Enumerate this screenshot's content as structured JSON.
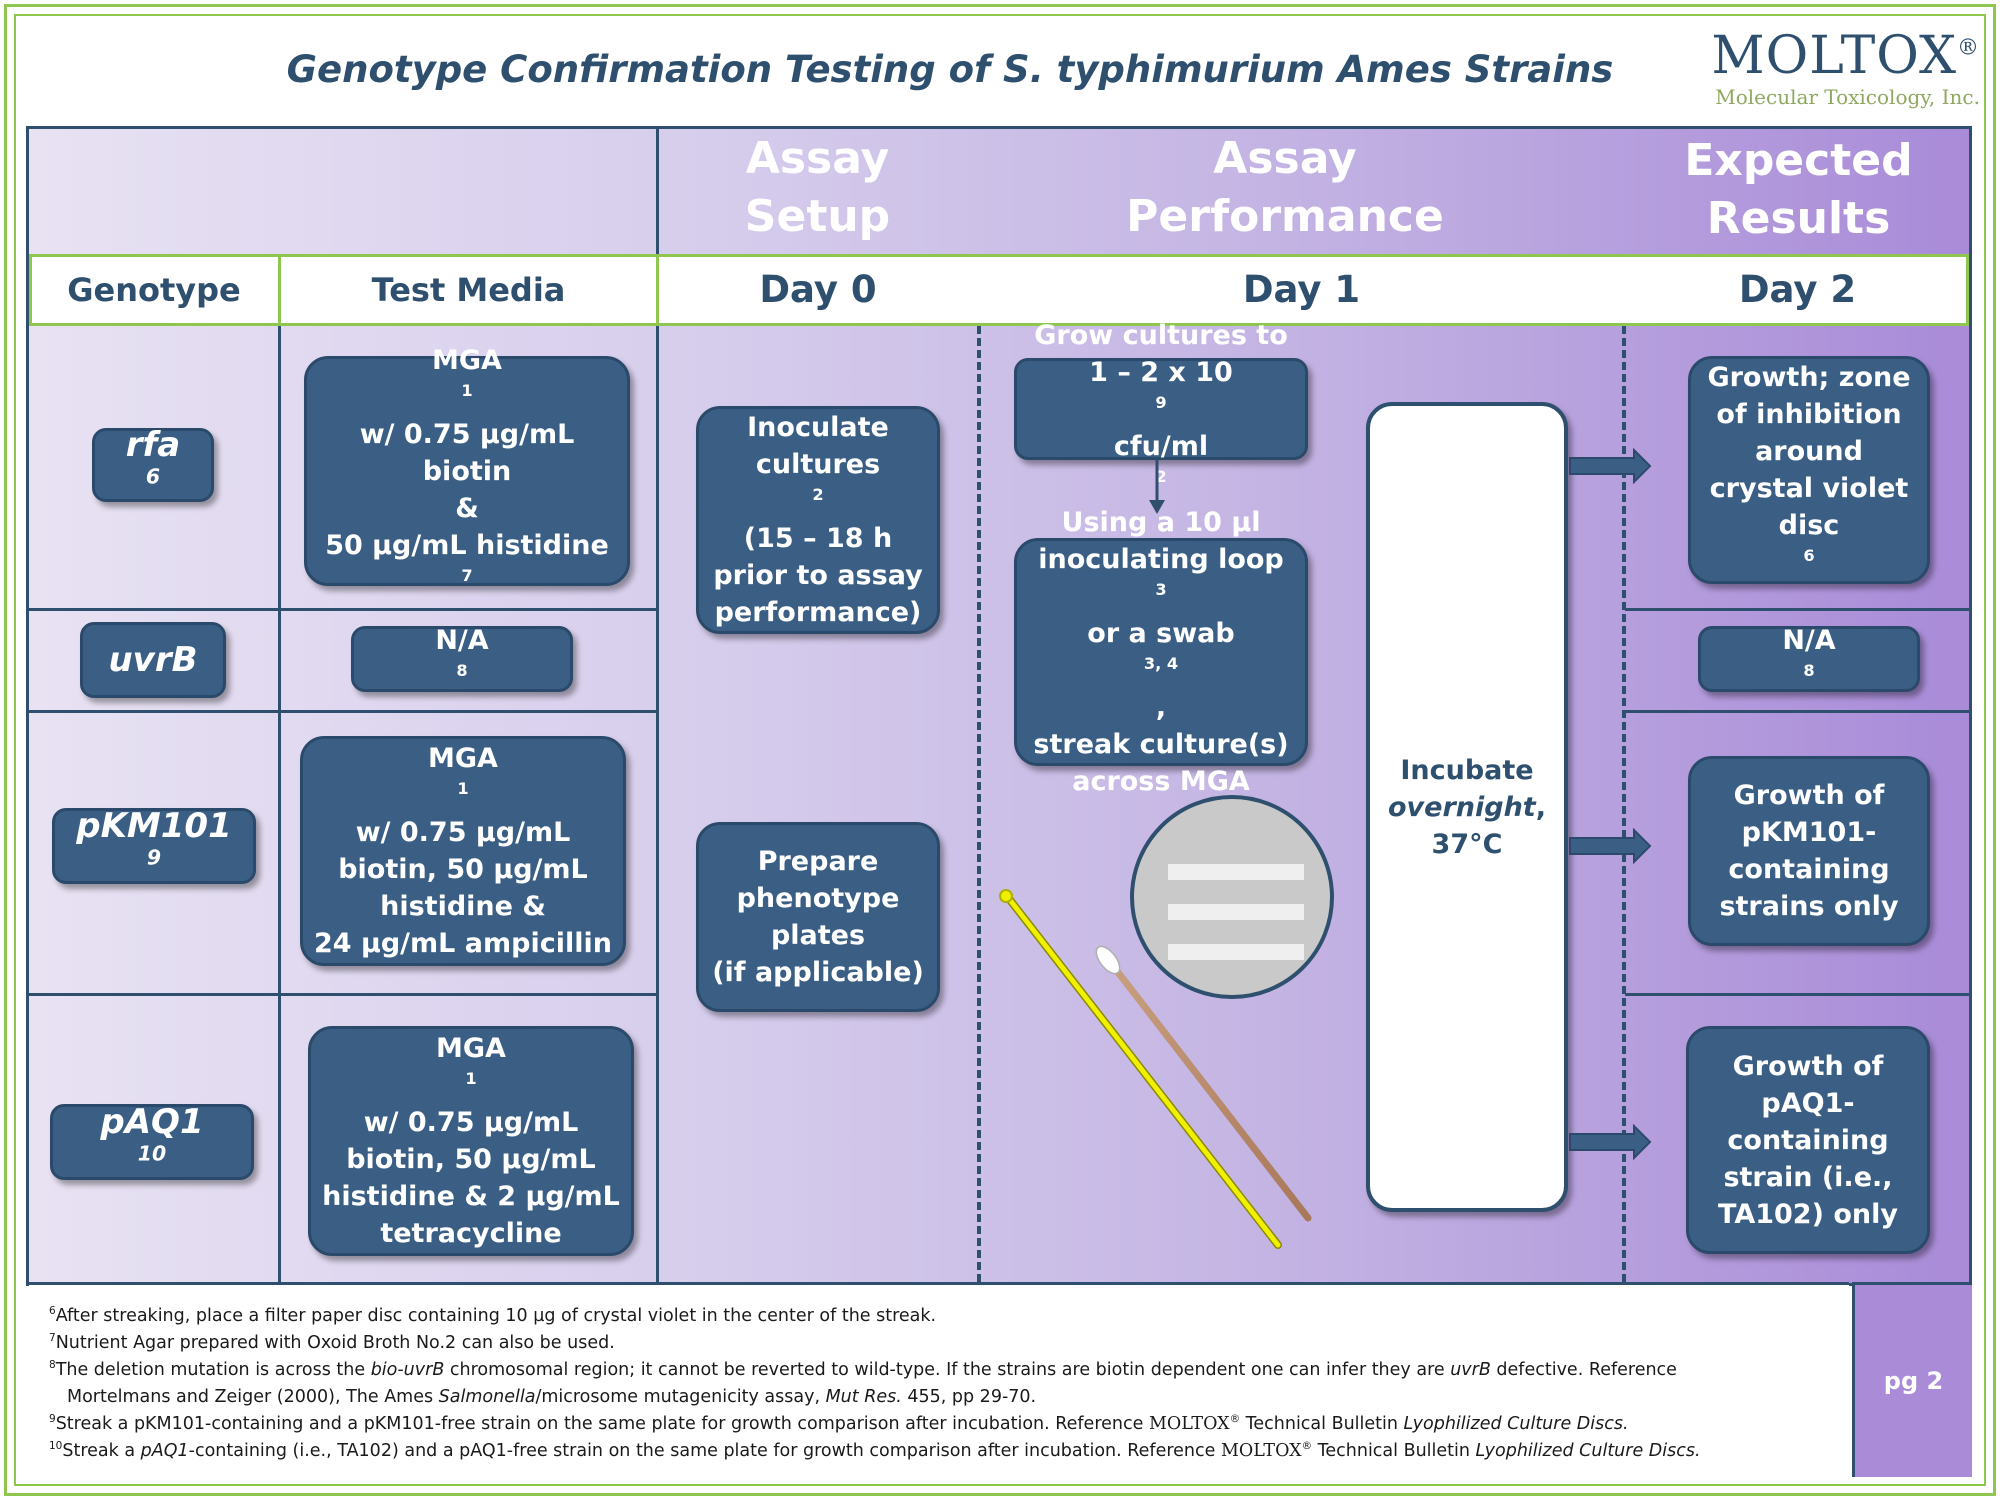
{
  "header": {
    "title": "Genotype Confirmation Testing of S. typhimurium Ames Strains",
    "logo_name": "MOLTOX",
    "logo_registered": "®",
    "logo_subtitle": "Molecular Toxicology, Inc."
  },
  "phases": {
    "setup_line1": "Assay",
    "setup_line2": "Setup",
    "performance_line1": "Assay",
    "performance_line2": "Performance",
    "results_line1": "Expected",
    "results_line2": "Results"
  },
  "columns": {
    "genotype": "Genotype",
    "test_media": "Test Media",
    "day0": "Day 0",
    "day1": "Day 1",
    "day2": "Day 2"
  },
  "genotypes": {
    "rfa": {
      "name": "rfa",
      "sup": "6"
    },
    "uvrb": {
      "name": "uvrB",
      "sup": ""
    },
    "pkm101": {
      "name": "pKM101",
      "sup": "9"
    },
    "paq1": {
      "name": "pAQ1",
      "sup": "10"
    }
  },
  "media": {
    "rfa": {
      "l1": "MGA",
      "l1_sup": "1",
      "l2": "w/ 0.75 µg/mL",
      "l3": "biotin",
      "l4": "&",
      "l5": "50 µg/mL histidine",
      "l5_sup": "7"
    },
    "uvrb": {
      "text": "N/A",
      "sup": "8"
    },
    "pkm101": {
      "l1": "MGA",
      "l1_sup": "1",
      "l2": "w/ 0.75 µg/mL",
      "l3": "biotin, 50 µg/mL",
      "l4": "histidine &",
      "l5": "24 µg/mL ampicillin"
    },
    "paq1": {
      "l1": "MGA",
      "l1_sup": "1",
      "l2": "w/ 0.75 µg/mL",
      "l3": "biotin, 50 µg/mL",
      "l4": "histidine & 2 µg/mL",
      "l5": "tetracycline"
    }
  },
  "day0": {
    "inoculate": {
      "l1": "Inoculate",
      "l2": "cultures",
      "l2_sup": "2",
      "l3": "(15 – 18 h",
      "l4": "prior to assay",
      "l5": "performance)"
    },
    "prepare": {
      "l1": "Prepare",
      "l2": "phenotype",
      "l3": "plates",
      "l4": "(if applicable)"
    }
  },
  "day1": {
    "grow": {
      "l1": "Grow cultures to",
      "l2": "1 – 2 x 10",
      "l2_sup": "9",
      "l2b": " cfu/ml",
      "l2b_sup": "2"
    },
    "streak": {
      "l1": "Using a 10 µl",
      "l2": "inoculating loop",
      "l2_sup": "3",
      "l3": "or a swab",
      "l3_sup": "3, 4",
      "l3b": ",",
      "l4": "streak culture(s)",
      "l5": "across MGA"
    },
    "incubate": {
      "l1": "Incubate",
      "l2": "overnight",
      "l2b": ",",
      "l3": "37°C"
    }
  },
  "results": {
    "rfa": {
      "l1": "Growth; zone",
      "l2": "of inhibition",
      "l3": "around",
      "l4": "crystal violet",
      "l5": "disc",
      "l5_sup": "6"
    },
    "uvrb": {
      "text": "N/A",
      "sup": "8"
    },
    "pkm101": {
      "l1": "Growth of",
      "l2": "pKM101-",
      "l3": "containing",
      "l4": "strains only"
    },
    "paq1": {
      "l1": "Growth of",
      "l2": "pAQ1-",
      "l3": "containing",
      "l4": "strain (i.e.,",
      "l5": "TA102) only"
    }
  },
  "footnotes": {
    "fn6": {
      "num": "6",
      "text": "After streaking, place a filter paper disc containing 10 µg of crystal violet in the center of the streak."
    },
    "fn7": {
      "num": "7",
      "text": "Nutrient Agar prepared with Oxoid Broth No.2 can also be used."
    },
    "fn8": {
      "num": "8",
      "a": "The deletion mutation is across the ",
      "a_it": "bio-uvrB",
      "b": " chromosomal region; it cannot be reverted to wild-type. If the strains are biotin dependent one can infer they are ",
      "b_it": "uvrB",
      "c": " defective.  Reference",
      "d": "Mortelmans and Zeiger (2000), The Ames ",
      "d_it": "Salmonella",
      "e": "/microsome mutagenicity assay, ",
      "e_it": "Mut Res.",
      "f": " 455, pp 29-70."
    },
    "fn9": {
      "num": "9",
      "a": "Streak a pKM101-containing and a pKM101-free strain on the same plate for growth comparison after incubation. Reference ",
      "brand": "MOLTOX",
      "reg": "®",
      "b": " Technical Bulletin ",
      "b_it": "Lyophilized Culture Discs."
    },
    "fn10": {
      "num": "10",
      "a": "Streak a ",
      "a_it": "pAQ1",
      "b": "-containing (i.e., TA102) and a pAQ1-free strain on the same plate for growth comparison after incubation. Reference ",
      "brand": "MOLTOX",
      "reg": "®",
      "c": " Technical Bulletin ",
      "c_it": "Lyophilized Culture Discs."
    }
  },
  "page_number": "pg 2",
  "colors": {
    "navy": "#2e4f6e",
    "box_fill": "#3b5f84",
    "green_border": "#8fc64f",
    "purple_light": "#e8e2f3",
    "purple_dark": "#a98bd8"
  },
  "icons": [
    "plate-icon",
    "inoculating-loop-icon",
    "swab-icon",
    "arrow-down-icon",
    "arrow-right-icon"
  ]
}
